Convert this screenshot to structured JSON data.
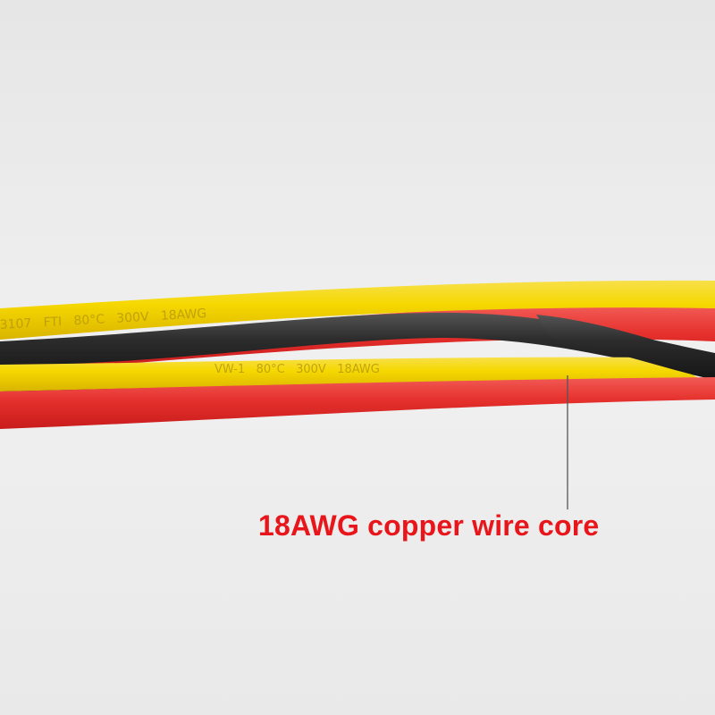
{
  "caption": {
    "text": "18AWG copper wire core",
    "color": "#e8161b"
  },
  "wire_markings": {
    "upper_yellow": "3107   FTI   80°C   300V   18AWG",
    "lower_yellow": "VW-1   80°C   300V   18AWG"
  },
  "colors": {
    "background": "#ececec",
    "yellow": "#f5d400",
    "red": "#e52a27",
    "black": "#2a2a2a",
    "leader_line": "#555555"
  }
}
